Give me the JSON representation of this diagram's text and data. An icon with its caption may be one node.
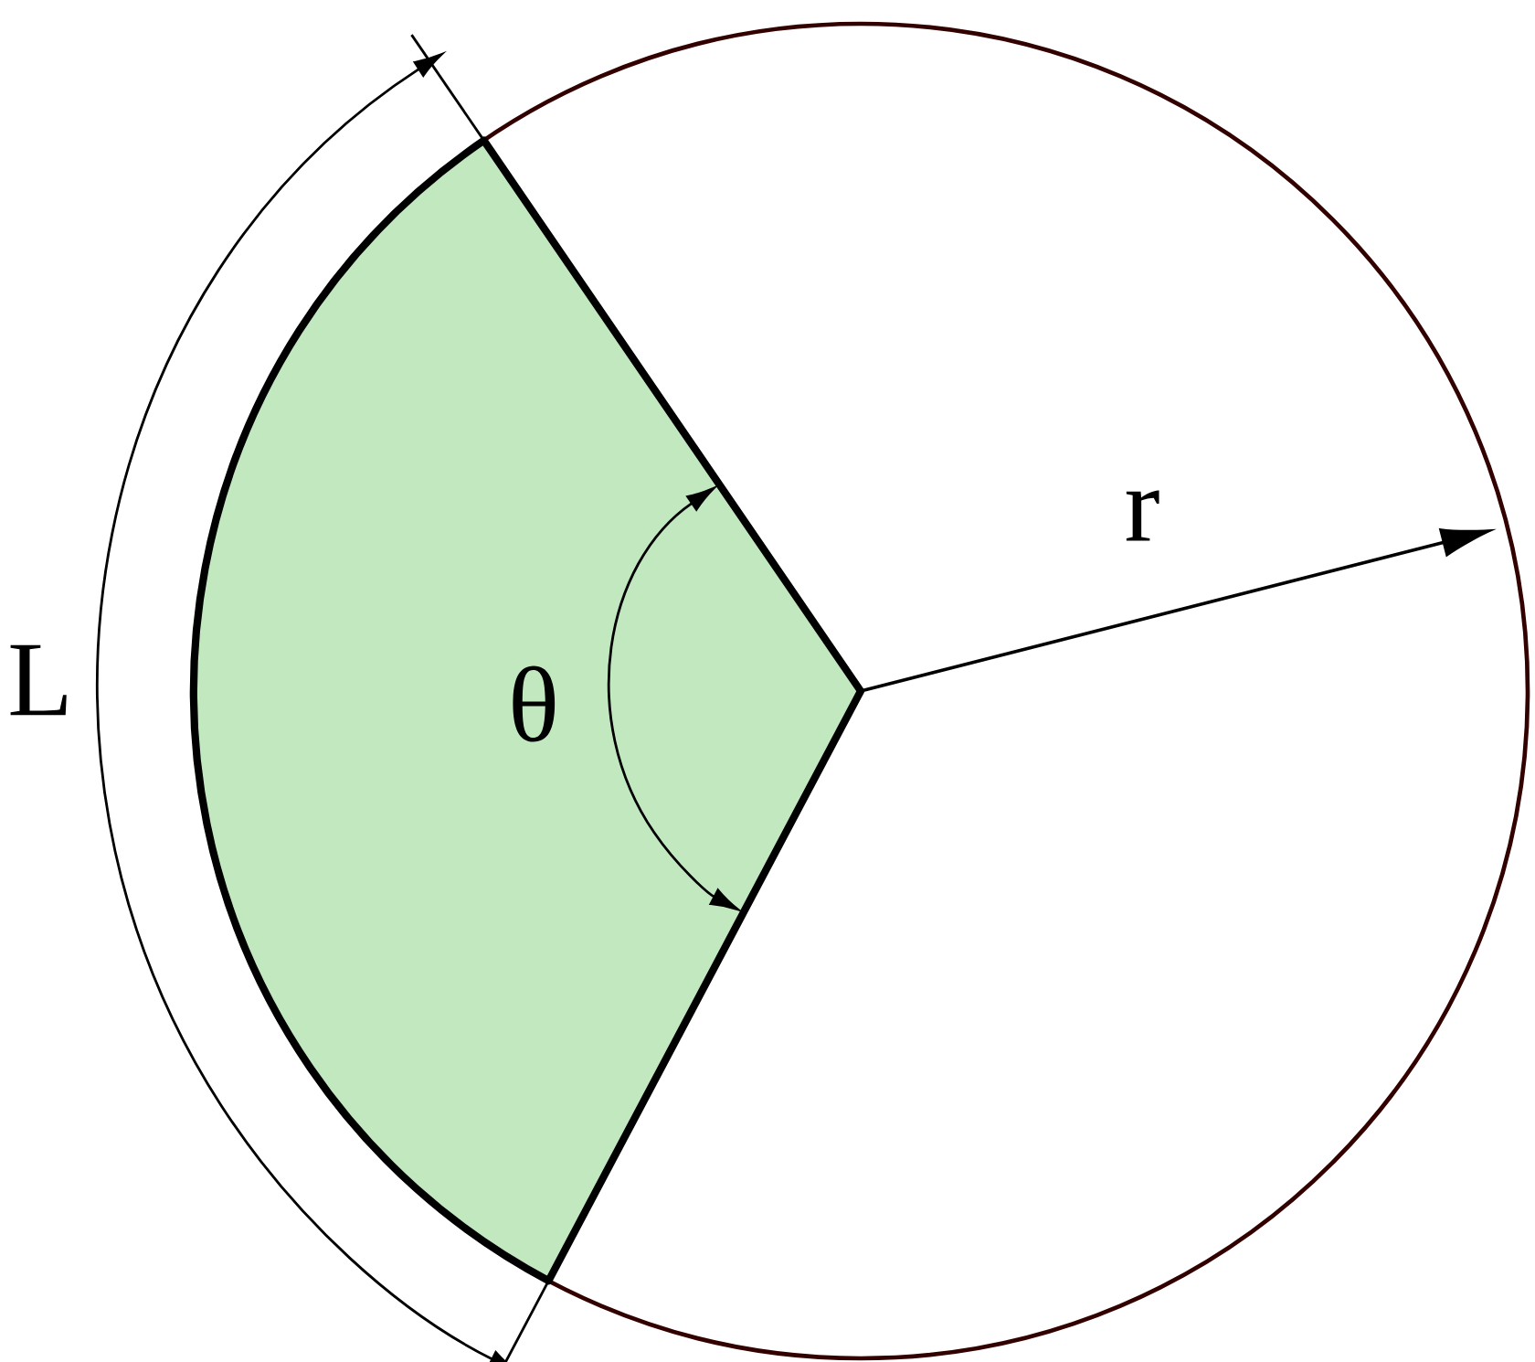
{
  "diagram": {
    "labels": [
      "L",
      "θ",
      "r"
    ]
  }
}
